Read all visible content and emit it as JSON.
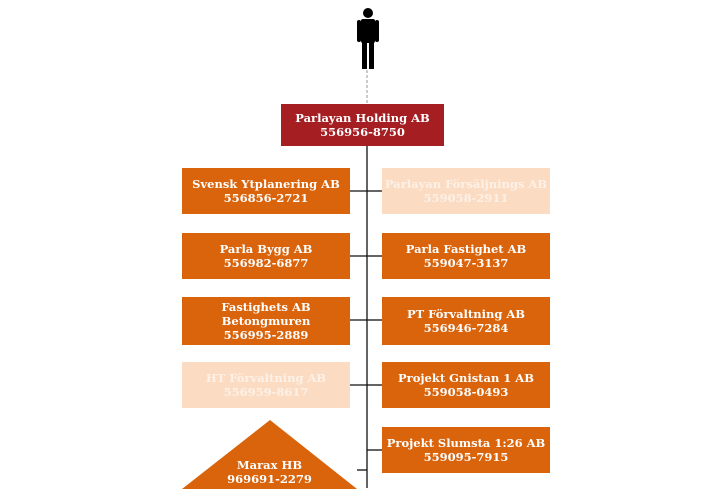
{
  "owner": {
    "icon": "person-icon"
  },
  "holding": {
    "name": "Parlayan Holding AB",
    "org_nr": "556956-8750"
  },
  "subsidiaries_left": [
    {
      "name": "Svensk Ytplanering AB",
      "org_nr": "556856-2721",
      "style": "orange"
    },
    {
      "name": "Parla Bygg AB",
      "org_nr": "556982-6877",
      "style": "orange"
    },
    {
      "name_line1": "Fastighets AB",
      "name_line2": "Betongmuren",
      "org_nr": "556995-2889",
      "style": "orange"
    },
    {
      "name": "HT Förvaltning AB",
      "org_nr": "556959-8617",
      "style": "light"
    }
  ],
  "subsidiaries_right": [
    {
      "name": "Parlayan Försäljnings AB",
      "org_nr": "559058-2911",
      "style": "light"
    },
    {
      "name": "Parla Fastighet AB",
      "org_nr": "559047-3137",
      "style": "orange"
    },
    {
      "name": "PT Förvaltning AB",
      "org_nr": "556946-7284",
      "style": "orange"
    },
    {
      "name": "Projekt Gnistan 1 AB",
      "org_nr": "559058-0493",
      "style": "orange"
    },
    {
      "name": "Projekt Slumsta 1:26 AB",
      "org_nr": "559095-7915",
      "style": "orange"
    }
  ],
  "partnership": {
    "name": "Marax HB",
    "org_nr": "969691-2279",
    "shape": "triangle"
  },
  "colors": {
    "orange": "#d9640c",
    "light": "#fbdcc3",
    "holding": "#a41e22",
    "line": "#111111"
  }
}
